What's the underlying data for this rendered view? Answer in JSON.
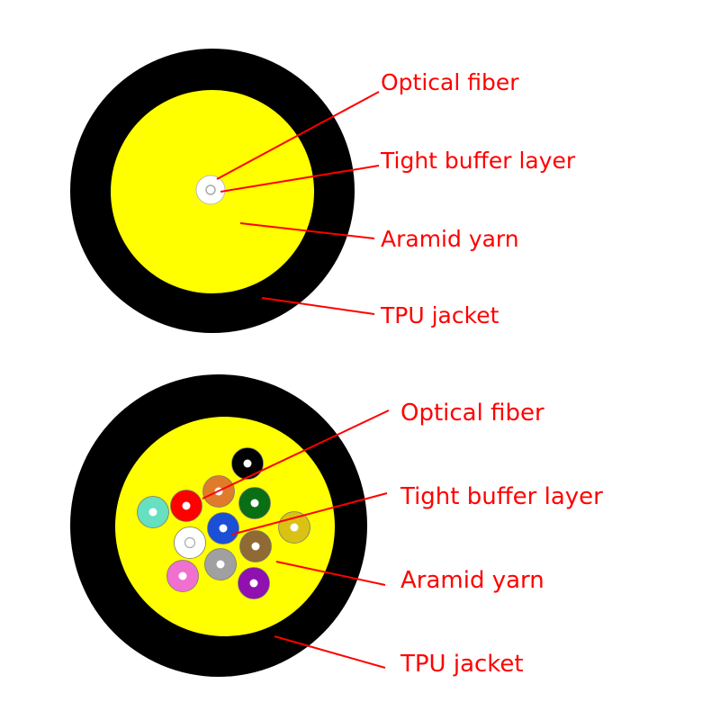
{
  "colors": {
    "jacket": "#000000",
    "aramid": "#ffff00",
    "leader": "#ff0000",
    "label": "#ff0000",
    "fiber_core": "#ffffff"
  },
  "diagrams": [
    {
      "name": "single-core-cable",
      "labels": [
        "Optical fiber",
        "Tight buffer layer",
        "Aramid yarn",
        "TPU jacket"
      ],
      "fibers": [
        {
          "color": "#ffffff"
        }
      ]
    },
    {
      "name": "multi-core-cable",
      "labels": [
        "Optical fiber",
        "Tight buffer layer",
        "Aramid yarn",
        "TPU jacket"
      ],
      "fibers": [
        {
          "name": "black",
          "color": "#000000"
        },
        {
          "name": "orange",
          "color": "#e07b2c"
        },
        {
          "name": "red",
          "color": "#ff0000"
        },
        {
          "name": "aqua",
          "color": "#66e0c0"
        },
        {
          "name": "green",
          "color": "#0a6e14"
        },
        {
          "name": "blue",
          "color": "#1a4fd6"
        },
        {
          "name": "yellow",
          "color": "#d9c214"
        },
        {
          "name": "white",
          "color": "#ffffff"
        },
        {
          "name": "brown",
          "color": "#8f6a35"
        },
        {
          "name": "gray",
          "color": "#a0a0a0"
        },
        {
          "name": "rose",
          "color": "#f070d0"
        },
        {
          "name": "violet",
          "color": "#9010b0"
        }
      ]
    }
  ]
}
